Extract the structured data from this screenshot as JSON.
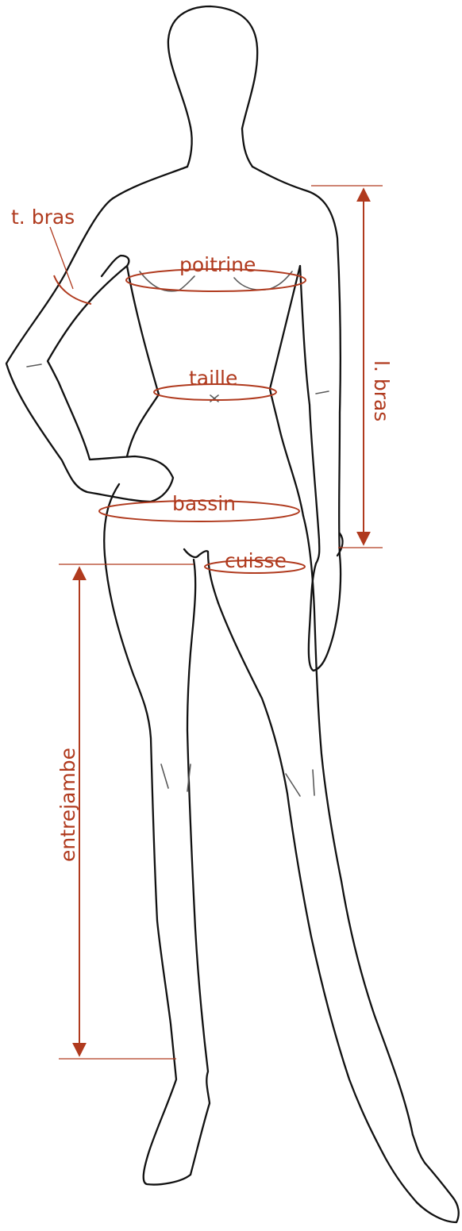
{
  "figure": {
    "accent_color": "#b03a1e",
    "outline_color": "#111111",
    "labels": {
      "arm_circumference": "t. bras",
      "chest": "poitrine",
      "waist": "taille",
      "hips": "bassin",
      "thigh": "cuisse",
      "arm_length": "l. bras",
      "inseam": "entrejambe"
    }
  }
}
